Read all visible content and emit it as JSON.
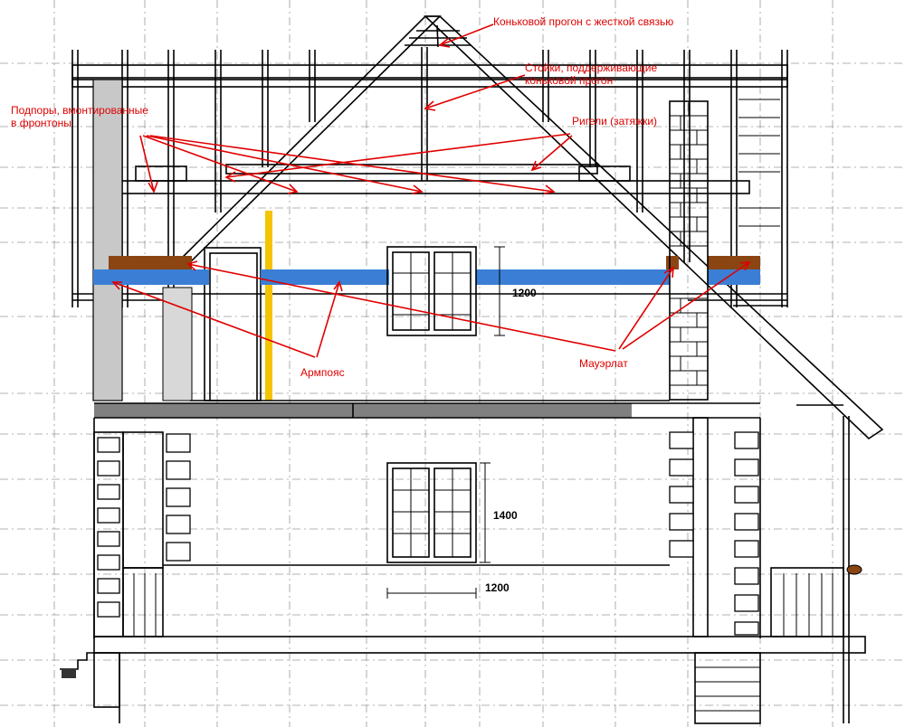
{
  "labels": {
    "ridge": "Коньковой прогон с жесткой связью",
    "posts_line1": "Стойки, поддерживающие",
    "posts_line2": "коньковой прогон",
    "struts_line1": "Подпоры, вмонтированные",
    "struts_line2": "в фронтоны",
    "ties": "Ригели (затяжки)",
    "armopoyas": "Армпояс",
    "mauerlat": "Мауэрлат"
  },
  "dimensions": {
    "upper_window_height": "1200",
    "lower_window_height": "1400",
    "lower_window_width": "1200"
  },
  "colors": {
    "annotation": "#e00000",
    "armopoyas": "#3a7fd5",
    "mauerlat": "#8b4513",
    "yellow_post": "#f5c400",
    "slab": "#808080",
    "gray_wall": "#c8c8c8"
  }
}
